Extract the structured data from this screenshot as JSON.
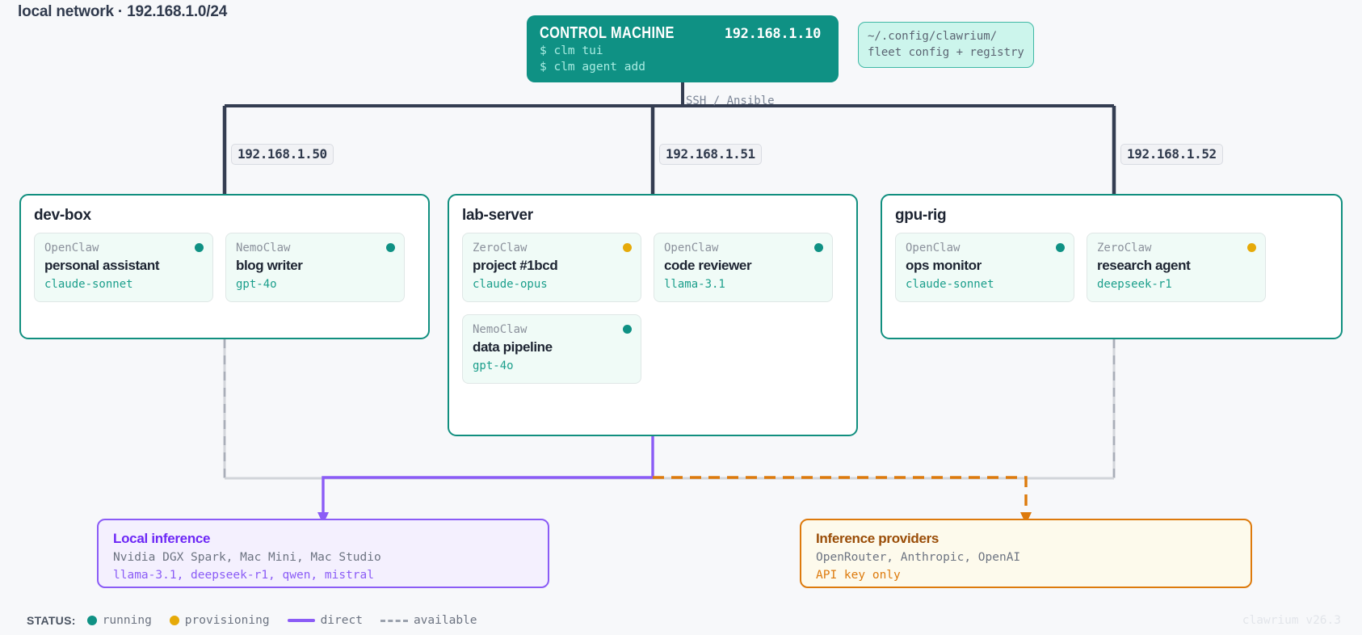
{
  "page": {
    "title": "local network · 192.168.1.0/24",
    "version": "clawrium v26.3"
  },
  "control_machine": {
    "title": "CONTROL MACHINE",
    "ip": "192.168.1.10",
    "commands": [
      "$ clm tui",
      "$ clm agent add"
    ],
    "color": "#0f9184"
  },
  "config_note": {
    "line1": "~/.config/clawrium/",
    "line2": "fleet config + registry"
  },
  "bus": {
    "label": "SSH / Ansible"
  },
  "hosts": [
    {
      "name": "dev-box",
      "ip": "192.168.1.50",
      "agents": [
        {
          "runtime": "OpenClaw",
          "title": "personal assistant",
          "model": "claude-sonnet",
          "status": "running"
        },
        {
          "runtime": "NemoClaw",
          "title": "blog writer",
          "model": "gpt-4o",
          "status": "running"
        }
      ]
    },
    {
      "name": "lab-server",
      "ip": "192.168.1.51",
      "agents": [
        {
          "runtime": "ZeroClaw",
          "title": "project #1bcd",
          "model": "claude-opus",
          "status": "provisioning"
        },
        {
          "runtime": "OpenClaw",
          "title": "code reviewer",
          "model": "llama-3.1",
          "status": "running"
        },
        {
          "runtime": "NemoClaw",
          "title": "data pipeline",
          "model": "gpt-4o",
          "status": "running"
        }
      ]
    },
    {
      "name": "gpu-rig",
      "ip": "192.168.1.52",
      "agents": [
        {
          "runtime": "OpenClaw",
          "title": "ops monitor",
          "model": "claude-sonnet",
          "status": "running"
        },
        {
          "runtime": "ZeroClaw",
          "title": "research agent",
          "model": "deepseek-r1",
          "status": "provisioning"
        }
      ]
    }
  ],
  "callouts": {
    "local": {
      "title": "Local inference",
      "devices": "Nvidia DGX Spark, Mac Mini, Mac Studio",
      "models": "llama-3.1, deepseek-r1, qwen, mistral",
      "color": "#8b5cf6"
    },
    "providers": {
      "title": "Inference providers",
      "devices": "OpenRouter, Anthropic, OpenAI",
      "models": "API key only",
      "color": "#dd7a0c"
    }
  },
  "legend": {
    "label": "STATUS:",
    "running": "running",
    "provisioning": "provisioning",
    "direct": "direct",
    "available": "available",
    "running_color": "#0f9184",
    "provisioning_color": "#e6aa09",
    "direct_color": "#8b5cf6",
    "available_color": "#9aa1ad"
  }
}
